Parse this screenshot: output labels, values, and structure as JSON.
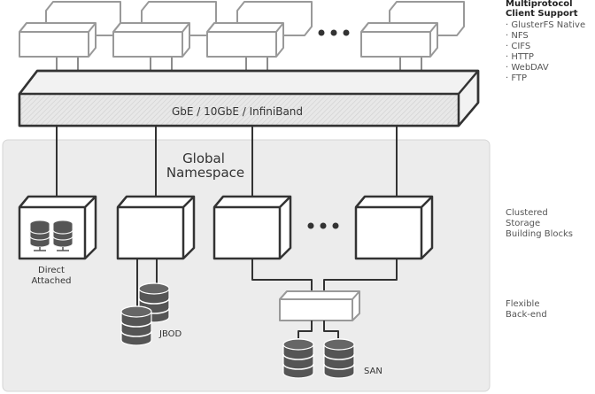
{
  "network_label": "GbE / 10GbE / InfiniBand",
  "namespace_label": [
    "Global",
    "Namespace"
  ],
  "side_labels": {
    "client_support_title": [
      "Multiprotocol",
      "Client Support"
    ],
    "protocols": [
      "GlusterFS Native",
      "NFS",
      "CIFS",
      "HTTP",
      "WebDAV",
      "FTP"
    ],
    "storage_blocks": [
      "Clustered",
      "Storage",
      "Building Blocks"
    ],
    "backend": [
      "Flexible",
      "Back-end"
    ]
  },
  "node_labels": {
    "direct_attached": [
      "Direct",
      "Attached"
    ],
    "jbod": "JBOD",
    "san": "SAN"
  },
  "colors": {
    "panel_bg": "#ececec",
    "bar_fill": "#e6e6e6",
    "stroke": "#333333",
    "light_stroke": "#999999",
    "disk": "#555555"
  }
}
